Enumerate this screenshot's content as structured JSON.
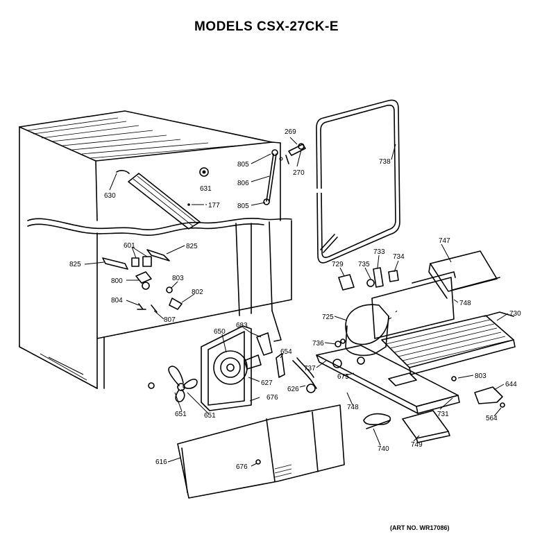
{
  "header": {
    "title": "MODELS CSX-27CK-E"
  },
  "footer": {
    "art_number": "(ART NO. WR17086)"
  },
  "callouts": [
    {
      "id": "269",
      "text": "269"
    },
    {
      "id": "738",
      "text": "738"
    },
    {
      "id": "805a",
      "text": "805"
    },
    {
      "id": "270",
      "text": "270"
    },
    {
      "id": "630",
      "text": "630"
    },
    {
      "id": "631",
      "text": "631"
    },
    {
      "id": "806",
      "text": "806"
    },
    {
      "id": "805b",
      "text": "805"
    },
    {
      "id": "177",
      "text": "177"
    },
    {
      "id": "747",
      "text": "747"
    },
    {
      "id": "601",
      "text": "601"
    },
    {
      "id": "825a",
      "text": "825"
    },
    {
      "id": "825b",
      "text": "825"
    },
    {
      "id": "733",
      "text": "733"
    },
    {
      "id": "729",
      "text": "729"
    },
    {
      "id": "735",
      "text": "735"
    },
    {
      "id": "734",
      "text": "734"
    },
    {
      "id": "800",
      "text": "800"
    },
    {
      "id": "803a",
      "text": "803"
    },
    {
      "id": "802",
      "text": "802"
    },
    {
      "id": "748a",
      "text": "748"
    },
    {
      "id": "804",
      "text": "804"
    },
    {
      "id": "807",
      "text": "807"
    },
    {
      "id": "730",
      "text": "730"
    },
    {
      "id": "725",
      "text": "725"
    },
    {
      "id": "683",
      "text": "683"
    },
    {
      "id": "650",
      "text": "650"
    },
    {
      "id": "736",
      "text": "736"
    },
    {
      "id": "654",
      "text": "654"
    },
    {
      "id": "737",
      "text": "737"
    },
    {
      "id": "675",
      "text": "675"
    },
    {
      "id": "803b",
      "text": "803"
    },
    {
      "id": "644",
      "text": "644"
    },
    {
      "id": "627",
      "text": "627"
    },
    {
      "id": "626",
      "text": "626"
    },
    {
      "id": "676a",
      "text": "676"
    },
    {
      "id": "748b",
      "text": "748"
    },
    {
      "id": "731",
      "text": "731"
    },
    {
      "id": "564",
      "text": "564"
    },
    {
      "id": "651a",
      "text": "651"
    },
    {
      "id": "651b",
      "text": "651"
    },
    {
      "id": "740",
      "text": "740"
    },
    {
      "id": "749",
      "text": "749"
    },
    {
      "id": "616",
      "text": "616"
    },
    {
      "id": "676b",
      "text": "676"
    }
  ]
}
